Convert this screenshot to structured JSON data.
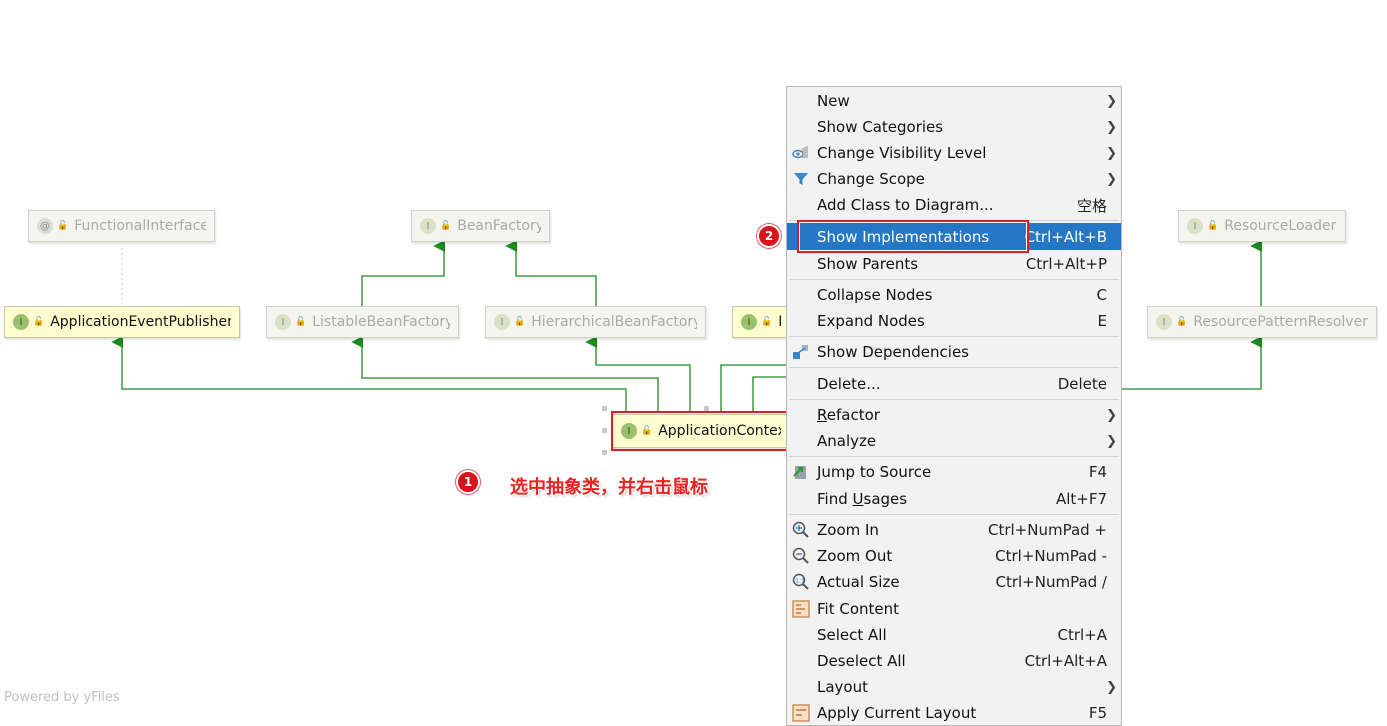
{
  "diagram": {
    "nodes": [
      {
        "id": "functional-interface",
        "label": "FunctionalInterface",
        "badge": "@",
        "kind": "annotation"
      },
      {
        "id": "bean-factory",
        "label": "BeanFactory",
        "badge": "I",
        "kind": "interface"
      },
      {
        "id": "resource-loader",
        "label": "ResourceLoader",
        "badge": "I",
        "kind": "interface"
      },
      {
        "id": "application-event-publisher",
        "label": "ApplicationEventPublisher",
        "badge": "I",
        "kind": "interface",
        "active": true
      },
      {
        "id": "listable-bean-factory",
        "label": "ListableBeanFactory",
        "badge": "I",
        "kind": "interface"
      },
      {
        "id": "hierarchical-bean-factory",
        "label": "HierarchicalBeanFactory",
        "badge": "I",
        "kind": "interface"
      },
      {
        "id": "message-source-partial",
        "label": "M",
        "badge": "I",
        "kind": "interface",
        "active": true
      },
      {
        "id": "resource-pattern-resolver",
        "label": "ResourcePatternResolver",
        "badge": "I",
        "kind": "interface"
      },
      {
        "id": "application-context",
        "label": "ApplicationContext",
        "badge": "I",
        "kind": "interface",
        "active": true,
        "selected": true
      }
    ],
    "edge_color": "#1c8a1c",
    "dashed_color": "#b8c8a8"
  },
  "annotations": {
    "step1_number": "1",
    "step1_text": "选中抽象类，并右击鼠标",
    "step2_number": "2",
    "accent": "#e01b22"
  },
  "footer": "Powered by yFiles",
  "menu": {
    "highlight_color": "#2676c6",
    "items": [
      {
        "label": "New",
        "shortcut": "",
        "submenu": true,
        "icon": ""
      },
      {
        "label": "Show Categories",
        "shortcut": "",
        "submenu": true,
        "icon": ""
      },
      {
        "label": "Change Visibility Level",
        "shortcut": "",
        "submenu": true,
        "icon": "visibility-icon"
      },
      {
        "label": "Change Scope",
        "shortcut": "",
        "submenu": true,
        "icon": "filter-icon"
      },
      {
        "label": "Add Class to Diagram...",
        "shortcut": "空格",
        "submenu": false,
        "icon": ""
      },
      {
        "label": "Show Implementations",
        "shortcut": "Ctrl+Alt+B",
        "submenu": false,
        "icon": "",
        "highlighted": true
      },
      {
        "label": "Show Parents",
        "shortcut": "Ctrl+Alt+P",
        "submenu": false,
        "icon": ""
      },
      {
        "label": "Collapse Nodes",
        "shortcut": "C",
        "submenu": false,
        "icon": ""
      },
      {
        "label": "Expand Nodes",
        "shortcut": "E",
        "submenu": false,
        "icon": ""
      },
      {
        "label": "Show Dependencies",
        "shortcut": "",
        "submenu": false,
        "icon": "dependencies-icon"
      },
      {
        "label": "Delete...",
        "shortcut": "Delete",
        "submenu": false,
        "icon": ""
      },
      {
        "label": "Refactor",
        "shortcut": "",
        "submenu": true,
        "icon": "",
        "underline_char": "R"
      },
      {
        "label": "Analyze",
        "shortcut": "",
        "submenu": true,
        "icon": ""
      },
      {
        "label": "Jump to Source",
        "shortcut": "F4",
        "submenu": false,
        "icon": "jump-to-source-icon"
      },
      {
        "label": "Find Usages",
        "shortcut": "Alt+F7",
        "submenu": false,
        "icon": ""
      },
      {
        "label": "Zoom In",
        "shortcut": "Ctrl+NumPad +",
        "submenu": false,
        "icon": "zoom-in-icon"
      },
      {
        "label": "Zoom Out",
        "shortcut": "Ctrl+NumPad -",
        "submenu": false,
        "icon": "zoom-out-icon"
      },
      {
        "label": "Actual Size",
        "shortcut": "Ctrl+NumPad /",
        "submenu": false,
        "icon": "actual-size-icon"
      },
      {
        "label": "Fit Content",
        "shortcut": "",
        "submenu": false,
        "icon": "fit-content-icon"
      },
      {
        "label": "Select All",
        "shortcut": "Ctrl+A",
        "submenu": false,
        "icon": ""
      },
      {
        "label": "Deselect All",
        "shortcut": "Ctrl+Alt+A",
        "submenu": false,
        "icon": ""
      },
      {
        "label": "Layout",
        "shortcut": "",
        "submenu": true,
        "icon": ""
      },
      {
        "label": "Apply Current Layout",
        "shortcut": "F5",
        "submenu": false,
        "icon": "apply-layout-icon"
      }
    ]
  }
}
